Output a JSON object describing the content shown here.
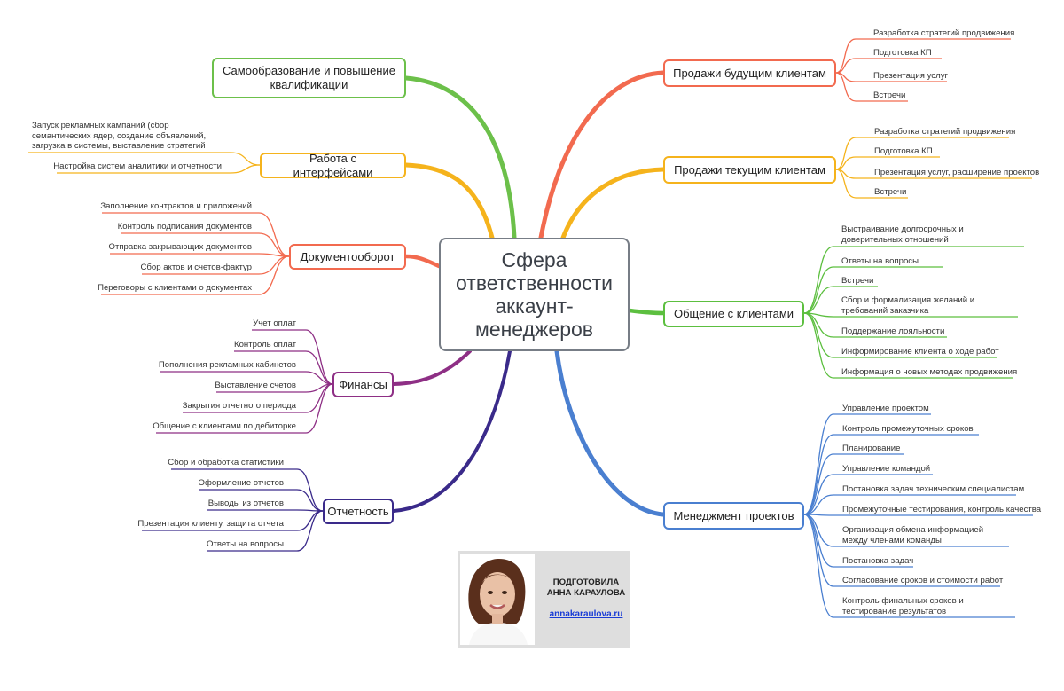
{
  "center": "Сфера ответственности аккаунт-менеджеров",
  "colors": {
    "green": "#6cc04a",
    "orange": "#f5b31c",
    "red": "#f26a4f",
    "purple": "#8e2f85",
    "navy": "#3a2a8a",
    "blue": "#4a7fd0",
    "green2": "#5cbf3f",
    "center_border": "#777d86"
  },
  "branches": {
    "self_education": {
      "title": "Самообразование и повышение квалификации",
      "leaves": []
    },
    "interfaces": {
      "title": "Работа с интерфейсами",
      "leaves": [
        "Запуск рекламных кампаний (сбор семантических ядер, создание объявлений, загрузка в системы, выставление стратегий",
        "Настройка систем аналитики и отчетности"
      ]
    },
    "documents": {
      "title": "Документооборот",
      "leaves": [
        "Заполнение контрактов и приложений",
        "Контроль подписания документов",
        "Отправка закрывающих документов",
        "Сбор актов и счетов-фактур",
        "Переговоры с клиентами о документах"
      ]
    },
    "finance": {
      "title": "Финансы",
      "leaves": [
        "Учет оплат",
        "Контроль оплат",
        "Пополнения рекламных кабинетов",
        "Выставление счетов",
        "Закрытия отчетного периода",
        "Общение с клиентами по дебиторке"
      ]
    },
    "reporting": {
      "title": "Отчетность",
      "leaves": [
        "Сбор и обработка статистики",
        "Оформление отчетов",
        "Выводы из отчетов",
        "Презентация клиенту, защита отчета",
        "Ответы на вопросы"
      ]
    },
    "future_sales": {
      "title": "Продажи будущим клиентам",
      "leaves": [
        "Разработка стратегий продвижения",
        "Подготовка КП",
        "Презентация услуг",
        "Встречи"
      ]
    },
    "current_sales": {
      "title": "Продажи текущим клиентам",
      "leaves": [
        "Разработка стратегий продвижения",
        "Подготовка КП",
        "Презентация услуг, расширение проектов",
        "Встречи"
      ]
    },
    "communication": {
      "title": "Общение с клиентами",
      "leaves": [
        "Выстраивание долгосрочных и доверительных отношений",
        "Ответы на вопросы",
        "Встречи",
        "Сбор и формализация желаний и требований заказчика",
        "Поддержание лояльности",
        "Информирование клиента о ходе работ",
        "Информация о новых методах продвижения"
      ]
    },
    "project_mgmt": {
      "title": "Менеджмент проектов",
      "leaves": [
        "Управление проектом",
        "Контроль промежуточных сроков",
        "Планирование",
        "Управление командой",
        "Постановка задач техническим специалистам",
        "Промежуточные тестирования, контроль качества",
        "Организация обмена информацией между членами команды",
        "Постановка задач",
        "Согласование сроков и стоимости работ",
        "Контроль финальных сроков и тестирование результатов"
      ]
    }
  },
  "author": {
    "caption_line1": "ПОДГОТОВИЛА",
    "caption_line2": "АННА КАРАУЛОВА",
    "url": "annakaraulova.ru"
  }
}
